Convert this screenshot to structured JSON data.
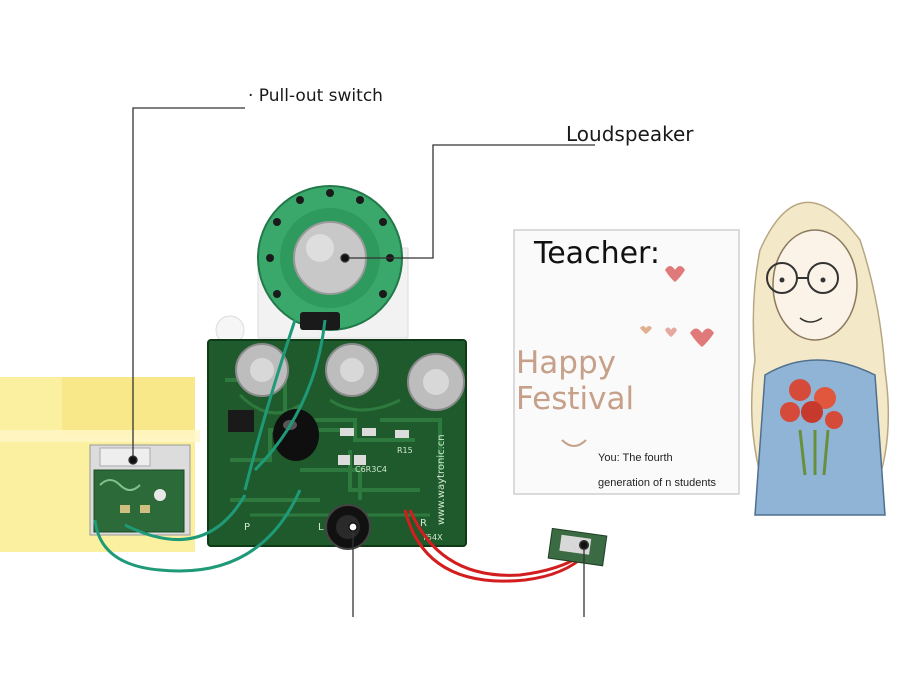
{
  "callouts": {
    "pull_out_switch": "· Pull-out switch",
    "loudspeaker": "Loudspeaker"
  },
  "card": {
    "heading": "Teacher:",
    "line1": "Happy",
    "line2": "Festival",
    "from_line1": "You: The fourth",
    "from_line2": "generation of n students"
  },
  "board": {
    "silk_url": "www.waytronic.cn",
    "silk_l": "L",
    "silk_r": "R",
    "silk_p": "P",
    "silk_r15": "R15",
    "silk_c6": "C6R3C4",
    "silk_model": "Y54X"
  },
  "colors": {
    "pcb_green": "#1f5a2c",
    "pcb_trace": "#2e7a3e",
    "speaker_green": "#3aa86a",
    "wire_green": "#1f9a78",
    "wire_red": "#d21e1e",
    "sticky_yellow": "#fbf0a0",
    "card_accent": "#c7a08a",
    "heart": "#e07a7a"
  }
}
